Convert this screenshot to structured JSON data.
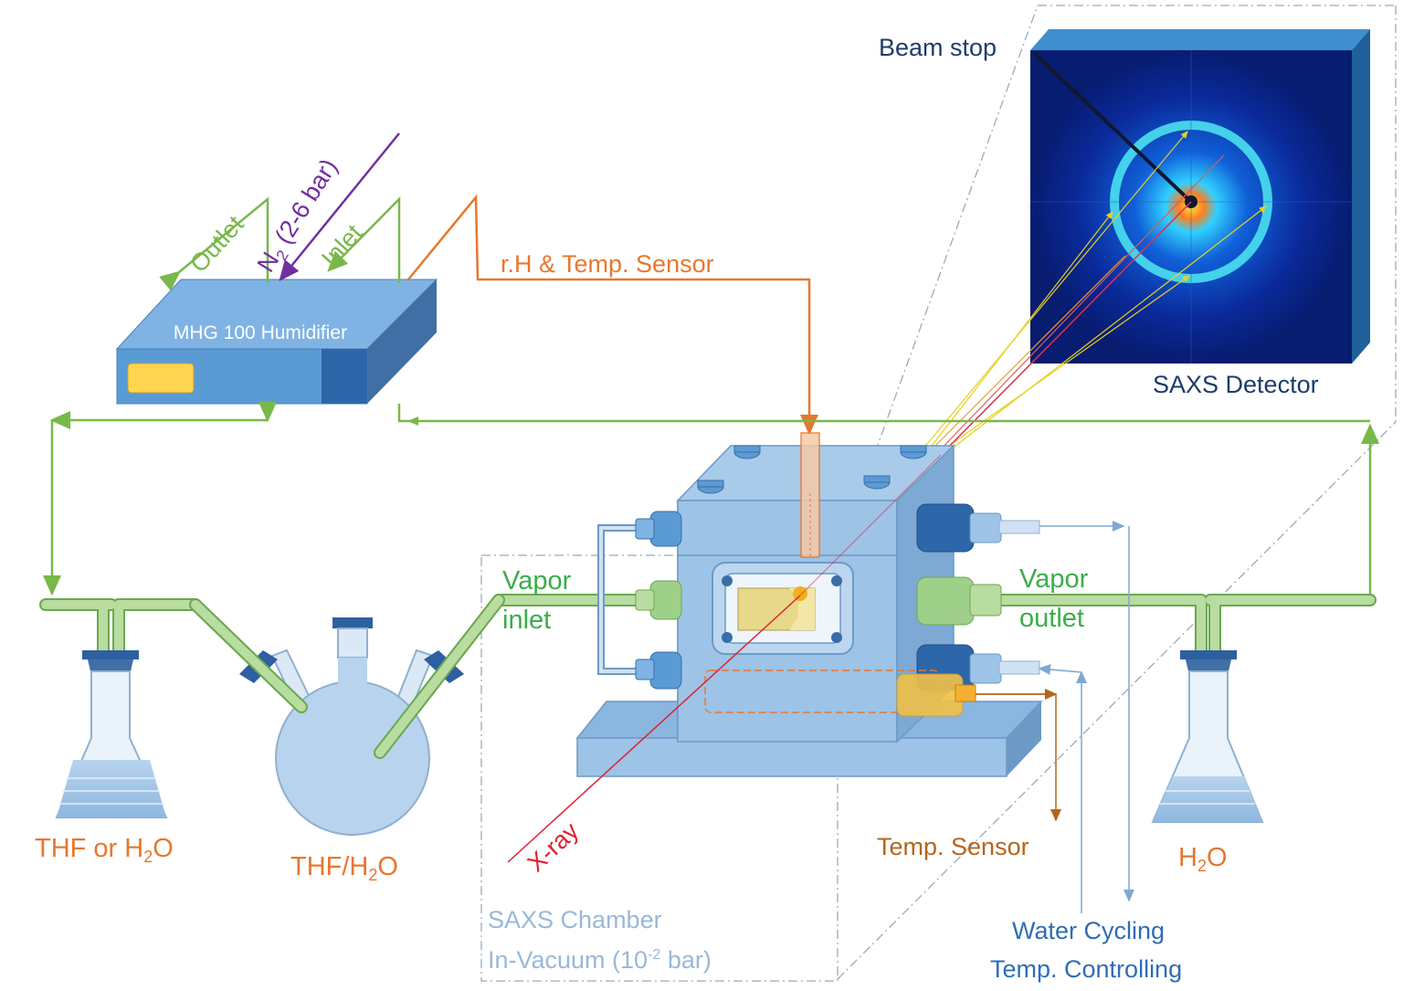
{
  "colors": {
    "green": "#78b84a",
    "orange": "#e8772e",
    "purple": "#7030a0",
    "red": "#e02030",
    "navy": "#1f3c68",
    "blue_text": "#2f6db5",
    "light_blue_text": "#9ab8d8",
    "vapor_green": "#3aae4a",
    "brown": "#b5651d",
    "box_front": "#5b9bd5",
    "chamber_face": "#9dc3e6"
  },
  "labels": {
    "outlet": "Outlet",
    "n2": "N",
    "n2_sub": "2",
    "n2_rest": " (2-6 bar)",
    "inlet": "Inlet",
    "humidifier": "MHG 100 Humidifier",
    "rh_sensor": "r.H & Temp. Sensor",
    "beam_stop": "Beam stop",
    "saxs_detector": "SAXS Detector",
    "vapor_inlet_1": "Vapor",
    "vapor_inlet_2": "inlet",
    "vapor_outlet_1": "Vapor",
    "vapor_outlet_2": "outlet",
    "thf_or_h2o_a": "THF or H",
    "thf_or_h2o_sub": "2",
    "thf_or_h2o_b": "O",
    "thf_h2o_a": "THF/H",
    "thf_h2o_sub": "2",
    "thf_h2o_b": "O",
    "h2o_a": "H",
    "h2o_sub": "2",
    "h2o_b": "O",
    "xray": "X-ray",
    "temp_sensor": "Temp. Sensor",
    "chamber_1": "SAXS Chamber",
    "chamber_2a": "In-Vacuum (10",
    "chamber_2sup": "-2",
    "chamber_2b": " bar)",
    "water_1": "Water Cycling",
    "water_2": "Temp. Controlling"
  }
}
